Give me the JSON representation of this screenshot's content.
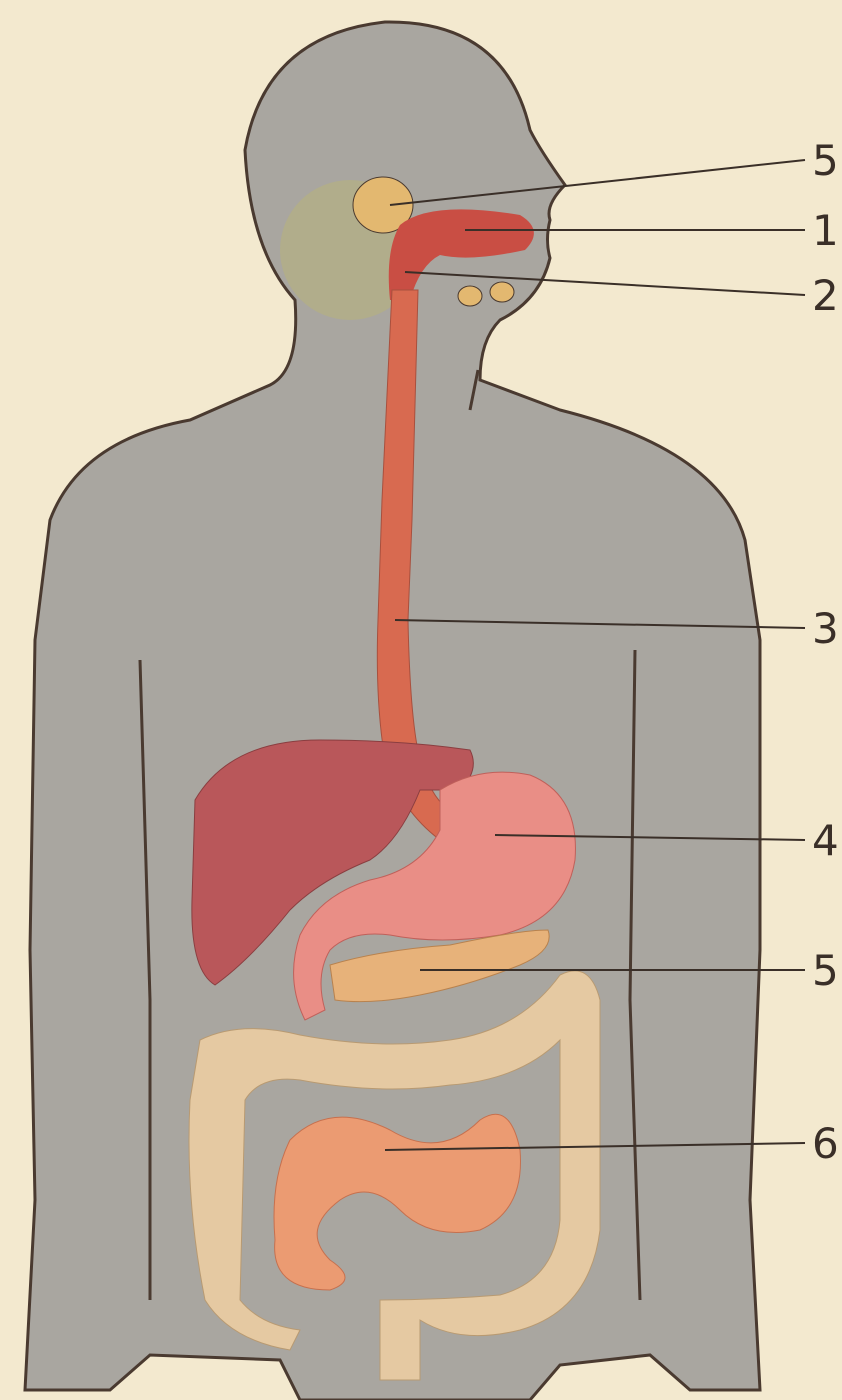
{
  "colors": {
    "paper": "#f3e9cf",
    "body_fill": "#a9a6a0",
    "outline": "#4a3a30",
    "esophagus": "#d86a50",
    "liver": "#b9575a",
    "stomach": "#e98e86",
    "pancreas": "#e7b27a",
    "colon": "#e5c9a2",
    "small_intestine": "#eb9b72",
    "salivary_gland": "#e3b870",
    "mouth": "#c94e44",
    "neck_shading": "#b8b27a",
    "leader_line": "#3a2f28"
  },
  "callouts": [
    {
      "id": "salivary-gland-top",
      "number": "5"
    },
    {
      "id": "oral-cavity",
      "number": "1"
    },
    {
      "id": "pharynx",
      "number": "2"
    },
    {
      "id": "esophagus",
      "number": "3"
    },
    {
      "id": "stomach",
      "number": "4"
    },
    {
      "id": "pancreas",
      "number": "5"
    },
    {
      "id": "small-intestine",
      "number": "6"
    }
  ]
}
